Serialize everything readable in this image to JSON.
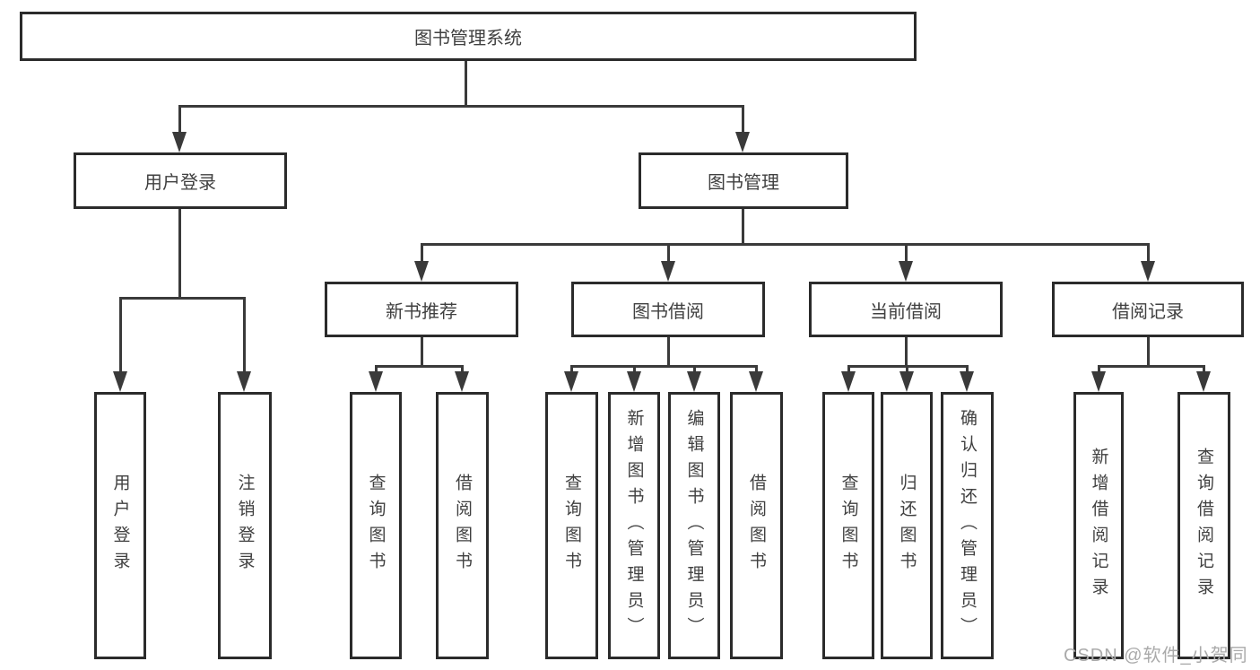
{
  "diagram": {
    "root": {
      "label": "图书管理系统"
    },
    "level2": [
      {
        "label": "用户登录"
      },
      {
        "label": "图书管理"
      }
    ],
    "level3": [
      {
        "label": "新书推荐"
      },
      {
        "label": "图书借阅"
      },
      {
        "label": "当前借阅"
      },
      {
        "label": "借阅记录"
      }
    ],
    "leaves": {
      "user_login": [
        "用户登录",
        "注销登录"
      ],
      "new_book": [
        "查询图书",
        "借阅图书"
      ],
      "book_borrow": [
        "查询图书",
        "新增图书（管理员）",
        "编辑图书（管理员）",
        "借阅图书"
      ],
      "current_borrow": [
        "查询图书",
        "归还图书",
        "确认归还（管理员）"
      ],
      "borrow_records": [
        "新增借阅记录",
        "查询借阅记录"
      ]
    }
  },
  "watermark": {
    "text": "CSDN @软件_小贺同学"
  },
  "colors": {
    "line": "#3a3a3a",
    "box_border": "#2b2b2b",
    "box_text": "#404040",
    "background": "#ffffff",
    "watermark": "#aaaaaa"
  }
}
